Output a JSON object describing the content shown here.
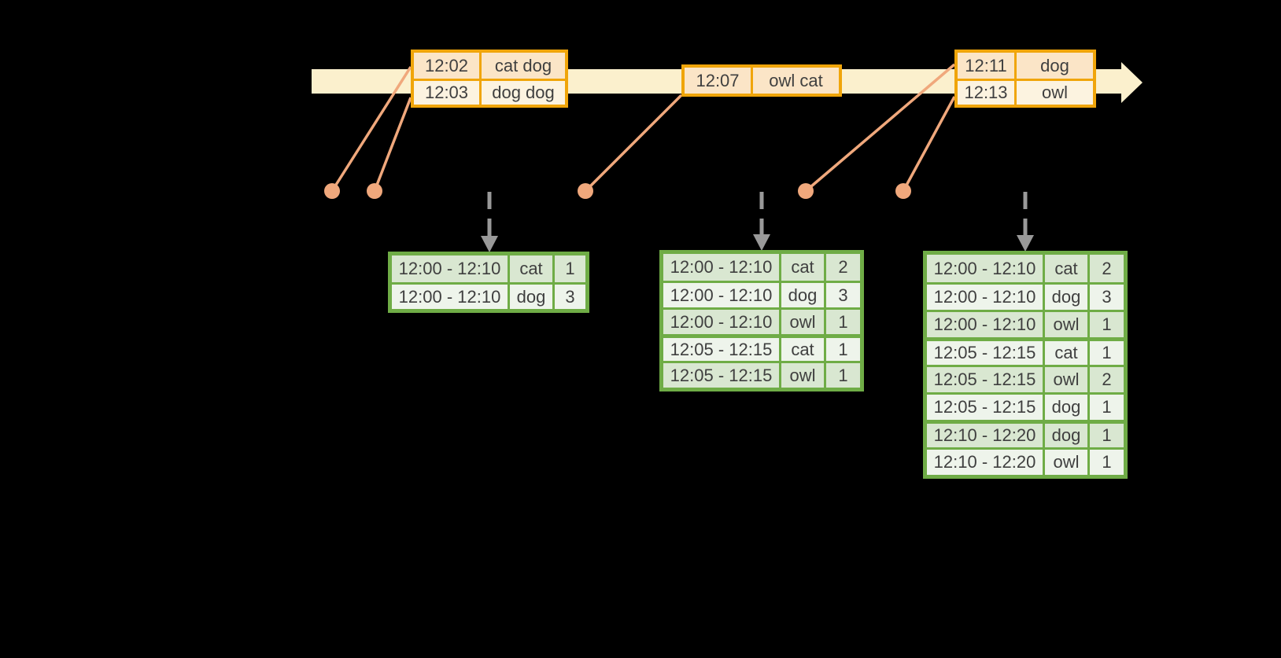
{
  "colors": {
    "background": "#000000",
    "timeline_band": "#FBF0CD",
    "event_table_border": "#F0A50A",
    "event_fill_primary": "#FBE5C7",
    "event_fill_secondary": "#FCF3E0",
    "connector": "#F0A87C",
    "result_table_border": "#6FAC46",
    "result_fill_dark": "#D9E7D1",
    "result_fill_light": "#EEF4EB",
    "trigger_arrow": "#999999",
    "text": "#3F3F3F"
  },
  "event_tables": [
    {
      "rows": [
        {
          "time": "12:02",
          "words": "cat dog"
        },
        {
          "time": "12:03",
          "words": "dog dog"
        }
      ]
    },
    {
      "rows": [
        {
          "time": "12:07",
          "words": "owl cat"
        }
      ]
    },
    {
      "rows": [
        {
          "time": "12:11",
          "words": "dog"
        },
        {
          "time": "12:13",
          "words": "owl"
        }
      ]
    }
  ],
  "result_tables": [
    {
      "rows": [
        {
          "window": "12:00 - 12:10",
          "word": "cat",
          "count": "1"
        },
        {
          "window": "12:00 - 12:10",
          "word": "dog",
          "count": "3"
        }
      ]
    },
    {
      "rows": [
        {
          "window": "12:00 - 12:10",
          "word": "cat",
          "count": "2"
        },
        {
          "window": "12:00 - 12:10",
          "word": "dog",
          "count": "3"
        },
        {
          "window": "12:00 - 12:10",
          "word": "owl",
          "count": "1"
        },
        {
          "window": "12:05 - 12:15",
          "word": "cat",
          "count": "1"
        },
        {
          "window": "12:05 - 12:15",
          "word": "owl",
          "count": "1"
        }
      ]
    },
    {
      "rows": [
        {
          "window": "12:00 - 12:10",
          "word": "cat",
          "count": "2"
        },
        {
          "window": "12:00 - 12:10",
          "word": "dog",
          "count": "3"
        },
        {
          "window": "12:00 - 12:10",
          "word": "owl",
          "count": "1"
        },
        {
          "window": "12:05 - 12:15",
          "word": "cat",
          "count": "1"
        },
        {
          "window": "12:05 - 12:15",
          "word": "owl",
          "count": "2"
        },
        {
          "window": "12:05 - 12:15",
          "word": "dog",
          "count": "1"
        },
        {
          "window": "12:10 - 12:20",
          "word": "dog",
          "count": "1"
        },
        {
          "window": "12:10 - 12:20",
          "word": "owl",
          "count": "1"
        }
      ]
    }
  ]
}
